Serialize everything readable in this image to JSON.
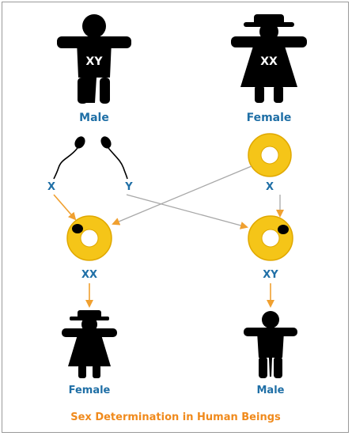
{
  "parents": {
    "male": {
      "label": "Male",
      "chromosomes": "XY"
    },
    "female": {
      "label": "Female",
      "chromosomes": "XX"
    }
  },
  "gametes": {
    "sperm_x": "X",
    "sperm_y": "Y",
    "egg_x": "X"
  },
  "zygotes": {
    "left": "XX",
    "right": "XY"
  },
  "offspring": {
    "left": "Female",
    "right": "Male"
  },
  "caption": "Sex Determination in Human Beings",
  "colors": {
    "figure": "#000000",
    "label_blue": "#1f6fa6",
    "caption_orange": "#f08a1c",
    "cell_yellow": "#f5c518",
    "arrow_orange": "#f0a030",
    "line_gray": "#a8a8a8"
  }
}
